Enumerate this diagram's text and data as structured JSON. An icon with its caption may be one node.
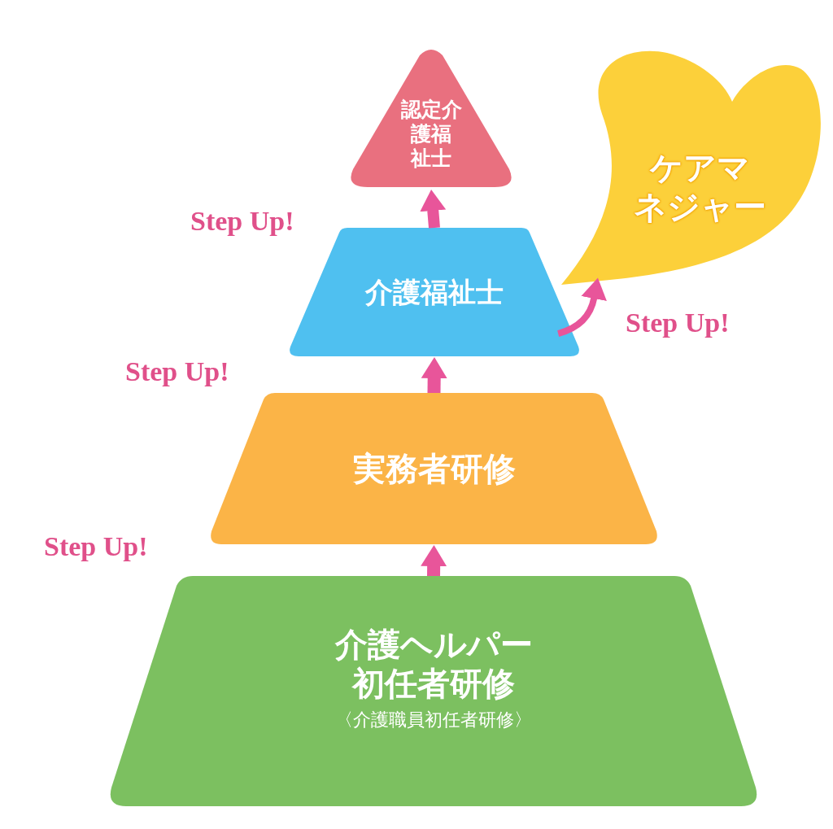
{
  "diagram": {
    "nodes": [
      {
        "text": [
          "認定介護福祉士"
        ]
      },
      {
        "text": [
          "ケアマネジャー"
        ]
      },
      {
        "text": [
          "介護福祉士"
        ]
      },
      {
        "text": [
          "実務者研修"
        ]
      },
      {
        "text": [
          "介護ヘルパー初任者研修",
          "〈介護職員初任者研修〉"
        ]
      }
    ],
    "edges": [
      {
        "from": 4,
        "to": 3,
        "arrow": "to"
      },
      {
        "from": 3,
        "to": 2,
        "arrow": "to"
      },
      {
        "from": 2,
        "to": 0,
        "arrow": "to"
      },
      {
        "from": 2,
        "to": 1,
        "arrow": "to"
      }
    ],
    "labels": [
      "Step Up!",
      "Step Up!",
      "Step Up!",
      "Step Up!"
    ]
  }
}
